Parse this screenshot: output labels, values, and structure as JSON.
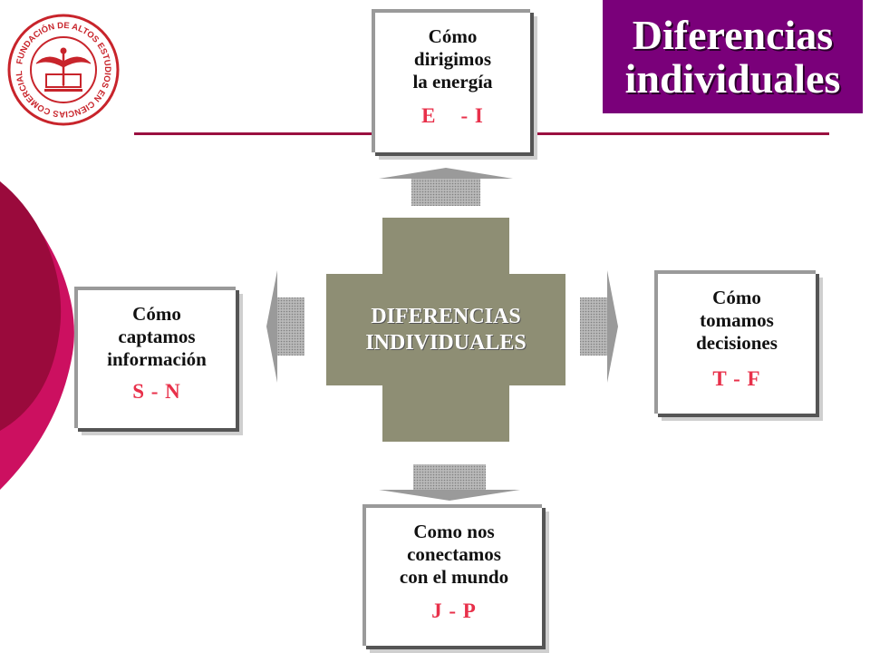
{
  "title": {
    "line1": "Diferencias",
    "line2": "individuales"
  },
  "logo": {
    "ring_text": "FUNDACIÓN DE ALTOS ESTUDIOS EN CIENCIAS COMERCIALES",
    "color": "#c8242b"
  },
  "center": {
    "line1": "DIFERENCIAS",
    "line2": "INDIVIDUALES"
  },
  "nodes": {
    "top": {
      "lines": [
        "Cómo",
        "dirigimos",
        "la energía"
      ],
      "code": "E    - I"
    },
    "left": {
      "lines": [
        "Cómo",
        "captamos",
        "información"
      ],
      "code": "S - N"
    },
    "right": {
      "lines": [
        "Cómo",
        "tomamos",
        "decisiones"
      ],
      "code": "T - F"
    },
    "bottom": {
      "lines": [
        "Como nos",
        "conectamos",
        "con el mundo"
      ],
      "code": "J - P"
    }
  },
  "colors": {
    "title_bg": "#7a007a",
    "rule": "#9a1040",
    "code_text": "#e8304a",
    "cross_fill": "#8e8e74",
    "deco_dark": "#9a0a3c",
    "deco_light": "#cc1060"
  }
}
